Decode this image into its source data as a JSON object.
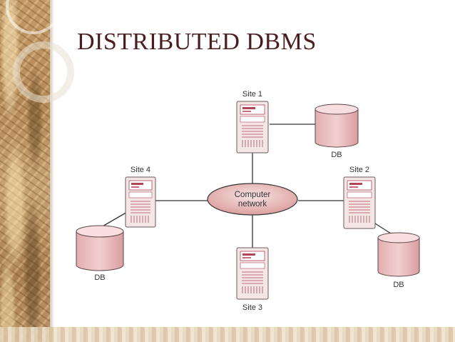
{
  "title": "DISTRIBUTED DBMS",
  "diagram": {
    "network_label_line1": "Computer",
    "network_label_line2": "network",
    "sites": {
      "site1": {
        "label": "Site 1"
      },
      "site2": {
        "label": "Site 2"
      },
      "site3": {
        "label": "Site 3"
      },
      "site4": {
        "label": "Site 4"
      }
    },
    "databases": {
      "db1": {
        "label": "DB"
      },
      "db2": {
        "label": "DB"
      },
      "db4": {
        "label": "DB"
      }
    }
  },
  "colors": {
    "title": "#4a1e1e",
    "server_fill": "#f3dede",
    "server_accent": "#b0455a",
    "db_fill": "#eabfc0",
    "db_top": "#f6dada",
    "network_fill": "#e8b5b5",
    "line": "#333333"
  }
}
